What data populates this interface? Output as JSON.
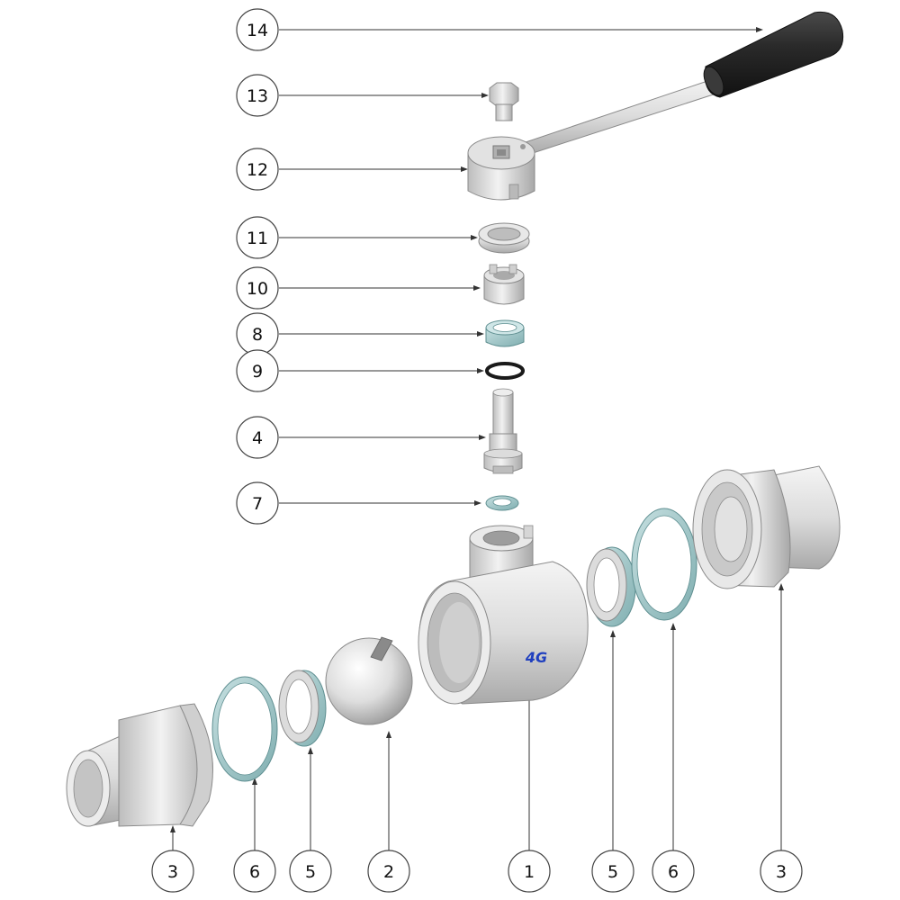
{
  "diagram": {
    "type": "exploded-view",
    "callouts_top": [
      "14",
      "13",
      "12",
      "11",
      "10",
      "8",
      "9",
      "4",
      "7"
    ],
    "callouts_bottom": [
      "3",
      "6",
      "5",
      "2",
      "1",
      "5",
      "6",
      "3"
    ],
    "brand_mark": "4G"
  },
  "colors": {
    "metal_light": "#e6e6e6",
    "metal_mid": "#c7c7c7",
    "metal_dark": "#9b9b9b",
    "seal_teal": "#9fc4c6",
    "oring_black": "#1a1a1a",
    "handle_grip": "#2b2b2b",
    "brand_blue": "#1f3fbf",
    "line": "#333333"
  }
}
